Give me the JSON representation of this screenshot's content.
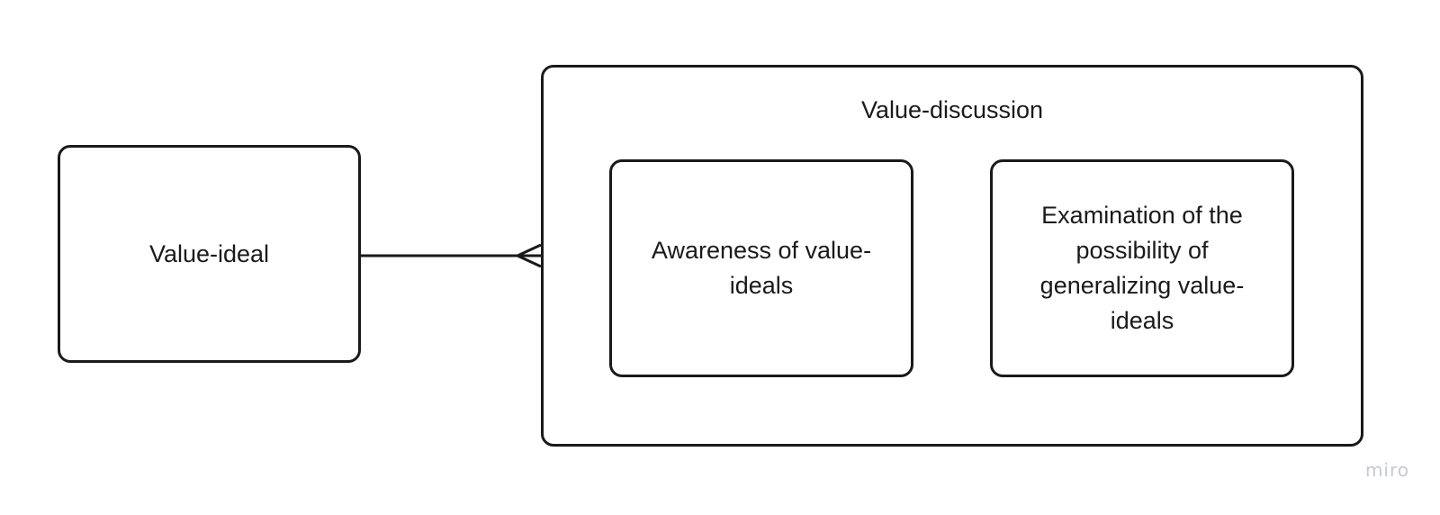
{
  "diagram": {
    "nodes": {
      "value_ideal": {
        "label": "Value-ideal"
      },
      "value_discussion": {
        "label": "Value-discussion",
        "children": {
          "awareness": {
            "label": "Awareness of value-ideals"
          },
          "examination": {
            "label": "Examination of the possibility of generalizing value-ideals"
          }
        }
      }
    },
    "edges": [
      {
        "from": "value_ideal",
        "to": "value_discussion",
        "type": "one-to-many (crow's foot)"
      }
    ]
  },
  "watermark": "miro",
  "colors": {
    "stroke": "#1a1a1a",
    "background": "#ffffff",
    "watermark": "#c5c9d3"
  }
}
